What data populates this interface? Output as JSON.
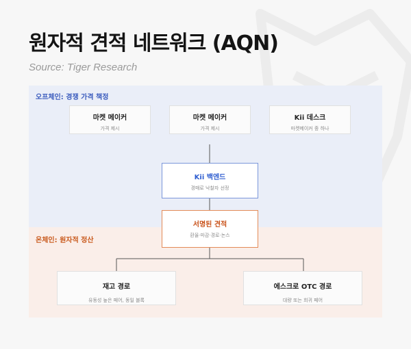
{
  "title": "원자적 견적 네트워크 (AQN)",
  "source": "Source: Tiger Research",
  "offchain": {
    "label": "오프체인: 경쟁 가격 책정",
    "makers": [
      {
        "name": "마켓 메이커",
        "desc": "가격 제시"
      },
      {
        "name": "마켓 메이커",
        "desc": "가격 제시"
      },
      {
        "name": "Kii 데스크",
        "desc": "마켓메이커 중 하나"
      }
    ],
    "backend": {
      "name": "Kii 백엔드",
      "desc": "경매로 낙찰자 선정"
    }
  },
  "onchain": {
    "label": "온체인: 원자적 정산",
    "signed_quote": {
      "name": "서명된 견적",
      "desc": "환율·마감·경로·논스"
    },
    "routes": [
      {
        "name": "재고 경로",
        "desc": "유동성 높은 페어, 동일 블록"
      },
      {
        "name": "에스크로 OTC 경로",
        "desc": "대량 또는 희귀 페어"
      }
    ]
  },
  "colors": {
    "offchain_bg": "#eaeef8",
    "onchain_bg": "#faeee9",
    "offchain_accent": "#2f5ed0",
    "onchain_accent": "#c9521a"
  }
}
